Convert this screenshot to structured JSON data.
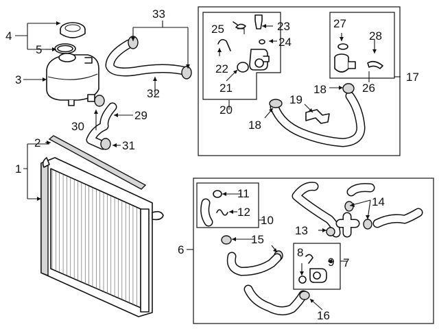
{
  "callouts": {
    "c1": "1",
    "c2": "2",
    "c3": "3",
    "c4": "4",
    "c5": "5",
    "c6": "6",
    "c7": "7",
    "c8": "8",
    "c9": "9",
    "c10": "10",
    "c11": "11",
    "c12": "12",
    "c13": "13",
    "c14": "14",
    "c15": "15",
    "c16": "16",
    "c17": "17",
    "c18a": "18",
    "c18b": "18",
    "c19": "19",
    "c20": "20",
    "c21": "21",
    "c22": "22",
    "c23": "23",
    "c24": "24",
    "c25": "25",
    "c26": "26",
    "c27": "27",
    "c28": "28",
    "c29": "29",
    "c30": "30",
    "c31": "31",
    "c32": "32",
    "c33": "33"
  }
}
